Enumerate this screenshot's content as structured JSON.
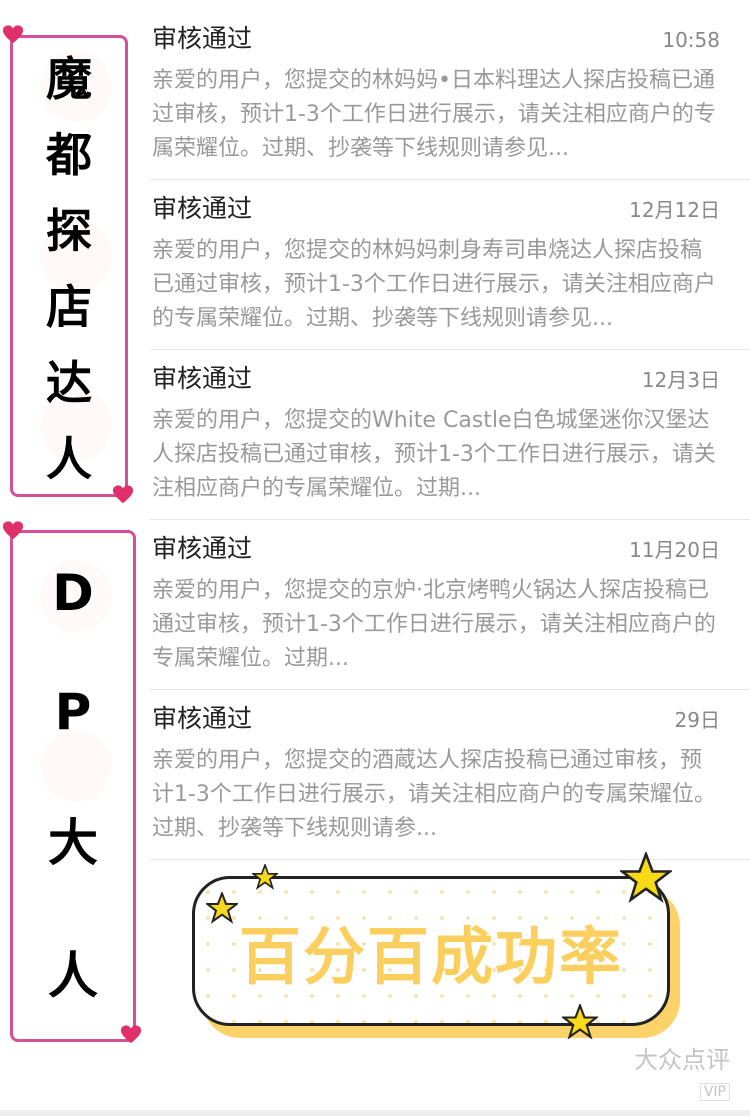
{
  "messages": [
    {
      "title": "审核通过",
      "date": "10:58",
      "body": "亲爱的用户，您提交的林妈妈•日本料理达人探店投稿已通过审核，预计1-3个工作日进行展示，请关注相应商户的专属荣耀位。过期、抄袭等下线规则请参见..."
    },
    {
      "title": "审核通过",
      "date": "12月12日",
      "body": "亲爱的用户，您提交的林妈妈刺身寿司串烧达人探店投稿已通过审核，预计1-3个工作日进行展示，请关注相应商户的专属荣耀位。过期、抄袭等下线规则请参见..."
    },
    {
      "title": "审核通过",
      "date": "12月3日",
      "body": "亲爱的用户，您提交的White Castle白色城堡迷你汉堡达人探店投稿已通过审核，预计1-3个工作日进行展示，请关注相应商户的专属荣耀位。过期..."
    },
    {
      "title": "审核通过",
      "date": "11月20日",
      "body": "亲爱的用户，您提交的京炉·北京烤鸭火锅达人探店投稿已通过审核，预计1-3个工作日进行展示，请关注相应商户的专属荣耀位。过期..."
    },
    {
      "title": "审核通过",
      "date": "29日",
      "body": "亲爱的用户，您提交的酒蔵达人探店投稿已通过审核，预计1-3个工作日进行展示，请关注相应商户的专属荣耀位。过期、抄袭等下线规则请参..."
    }
  ],
  "overlay": {
    "left_top_chars": [
      "魔",
      "都",
      "探",
      "店",
      "达",
      "人"
    ],
    "left_bottom_chars": [
      "D",
      "P",
      "大",
      "人"
    ],
    "bubble_text": "百分百成功率",
    "watermark": "大众点评",
    "watermark_badge": "VIP"
  },
  "colors": {
    "frame": "#d4509a",
    "bubble_text": "#fbcf5e",
    "avatar": "#ee6a4f"
  }
}
